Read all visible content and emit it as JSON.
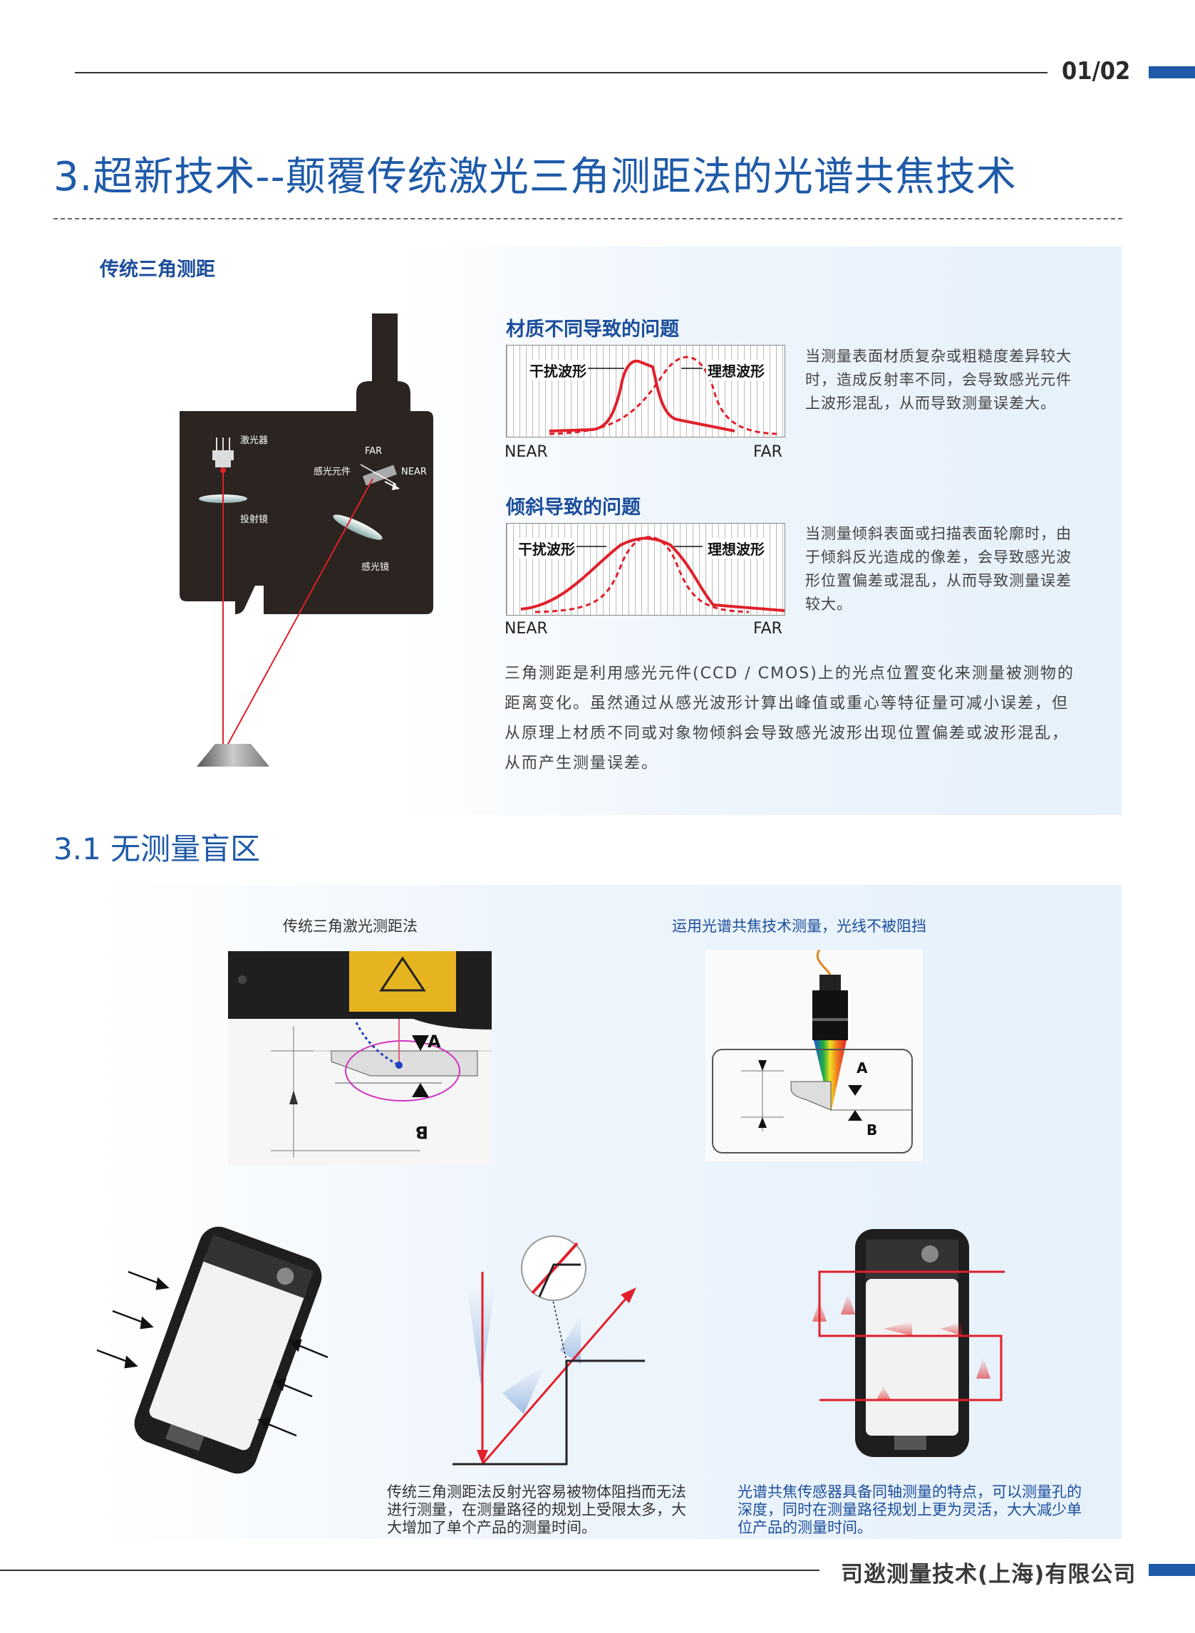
{
  "header": {
    "page_number": "01/02"
  },
  "title": "3.超新技术--颠覆传统激光三角测距法的光谱共焦技术",
  "section1": {
    "heading": "传统三角测距",
    "device": {
      "laser_label": "激光器",
      "sensor_label": "感光元件",
      "proj_lens_label": "投射镜",
      "recv_lens_label": "感光镜",
      "far": "FAR",
      "near": "NEAR"
    },
    "problem1": {
      "heading": "材质不同导致的问题",
      "label_left": "干扰波形",
      "label_right": "理想波形",
      "axis_left": "NEAR",
      "axis_right": "FAR",
      "text": "当测量表面材质复杂或粗糙度差异较大时，造成反射率不同，会导致感光元件上波形混乱，从而导致测量误差大。"
    },
    "problem2": {
      "heading": "倾斜导致的问题",
      "label_left": "干扰波形",
      "label_right": "理想波形",
      "axis_left": "NEAR",
      "axis_right": "FAR",
      "text": "当测量倾斜表面或扫描表面轮廓时，由于倾斜反光造成的像差，会导致感光波形位置偏差或混乱，从而导致测量误差较大。"
    },
    "summary": "三角测距是利用感光元件(CCD / CMOS)上的光点位置变化来测量被测物的距离变化。虽然通过从感光波形计算出峰值或重心等特征量可减小误差，但从原理上材质不同或对象物倾斜会导致感光波形出现位置偏差或波形混乱，从而产生测量误差。"
  },
  "section2": {
    "heading": "3.1 无测量盲区",
    "left_caption": "传统三角激光测距法",
    "right_caption": "运用光谱共焦技术测量，光线不被阻挡",
    "label_a": "A",
    "label_b": "B",
    "bottom_left_text": "传统三角测距法反射光容易被物体阻挡而无法进行测量，在测量路径的规划上受限太多，大大增加了单个产品的测量时间。",
    "bottom_right_text": "光谱共焦传感器具备同轴测量的特点，可以测量孔的深度，同时在测量路径规划上更为灵活，大大减少单位产品的测量时间。"
  },
  "footer": {
    "company": "司逖测量技术(上海)有限公司"
  },
  "colors": {
    "accent_blue": "#1e5aa8",
    "brand_blue": "#1b4d9b",
    "laser_red": "#e0202a",
    "device_dark": "#2b2420"
  }
}
